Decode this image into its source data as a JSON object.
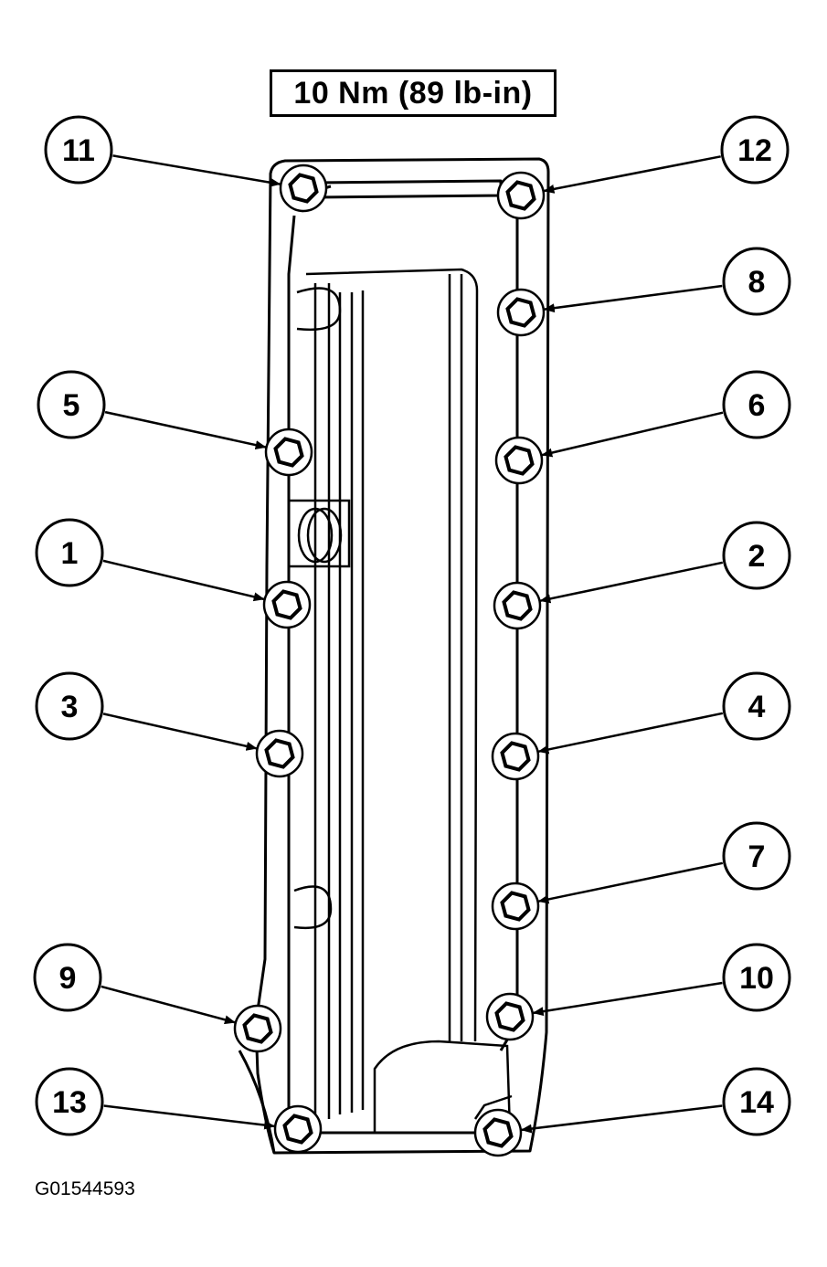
{
  "torque_spec": "10 Nm (89 lb-in)",
  "figure_id": "G01544593",
  "callouts": [
    {
      "label": "11",
      "side": "left"
    },
    {
      "label": "12",
      "side": "right"
    },
    {
      "label": "8",
      "side": "right"
    },
    {
      "label": "5",
      "side": "left"
    },
    {
      "label": "6",
      "side": "right"
    },
    {
      "label": "1",
      "side": "left"
    },
    {
      "label": "2",
      "side": "right"
    },
    {
      "label": "3",
      "side": "left"
    },
    {
      "label": "4",
      "side": "right"
    },
    {
      "label": "7",
      "side": "right"
    },
    {
      "label": "9",
      "side": "left"
    },
    {
      "label": "10",
      "side": "right"
    },
    {
      "label": "13",
      "side": "left"
    },
    {
      "label": "14",
      "side": "right"
    }
  ],
  "colors": {
    "line": "#000000",
    "background": "#ffffff"
  }
}
